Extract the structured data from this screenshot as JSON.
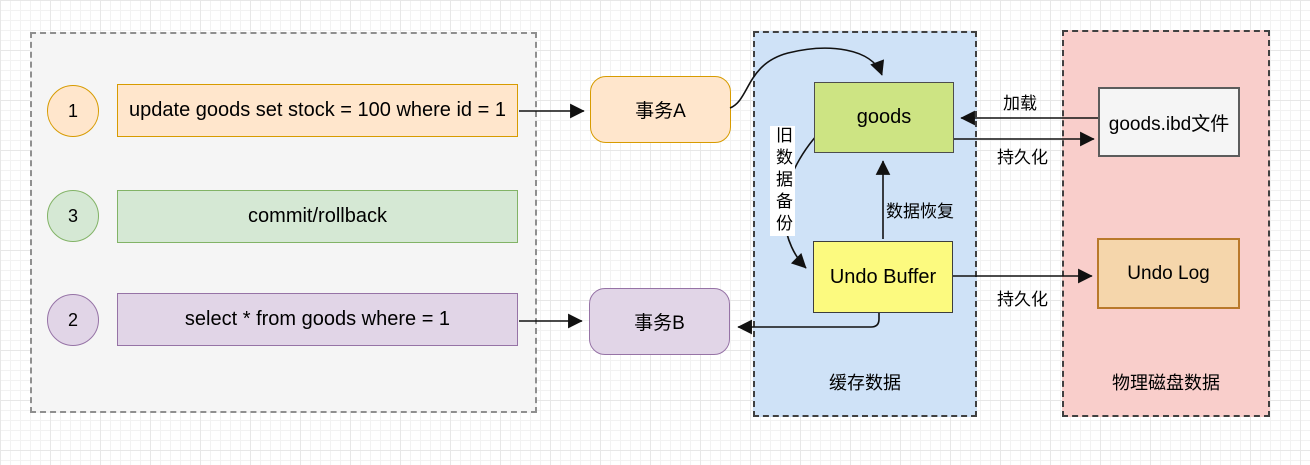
{
  "client": {
    "steps": [
      {
        "num": "1",
        "text": "update goods set stock = 100 where id = 1"
      },
      {
        "num": "3",
        "text": "commit/rollback"
      },
      {
        "num": "2",
        "text": "select * from goods where = 1"
      }
    ]
  },
  "nodes": {
    "tx_a": "事务A",
    "tx_b": "事务B",
    "goods": "goods",
    "undo_buffer": "Undo Buffer",
    "ibd_file": "goods.ibd文件",
    "undo_log": "Undo Log"
  },
  "regions": {
    "cache": {
      "title": "缓存数据"
    },
    "disk": {
      "title": "物理磁盘数据"
    }
  },
  "edge_labels": {
    "old_data_backup": "旧数据备份",
    "data_recovery": "数据恢复",
    "load": "加载",
    "persist_disk": "持久化",
    "persist_log": "持久化"
  },
  "colors": {
    "orange_fill": "#ffe6cc",
    "orange_stroke": "#d79b00",
    "green_fill": "#d5e8d4",
    "green_stroke": "#82b366",
    "purple_fill": "#e1d5e7",
    "purple_stroke": "#9673a6",
    "goods_fill": "#cde483",
    "undo_buffer_fill": "#fcfa7f",
    "ibd_file_fill": "#f5f5f5",
    "undo_log_fill": "#f5d6ab",
    "undo_log_stroke": "#b9792b",
    "cache_region_fill": "#cfe2f7",
    "disk_region_fill": "#f9cecb",
    "client_panel_fill": "#f5f5f5",
    "arrow": "#111111"
  }
}
